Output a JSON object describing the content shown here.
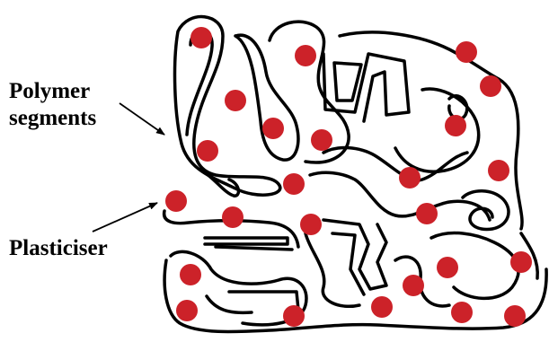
{
  "labels": {
    "polymer_line1": "Polymer",
    "polymer_line2": "segments",
    "plasticiser": "Plasticiser"
  },
  "colors": {
    "chain": "#000000",
    "plasticiser_dot": "#cc2229",
    "background": "#ffffff"
  },
  "icons": {
    "polymer_pointer": "arrow-right-down",
    "plasticiser_pointer": "arrow-right-up"
  }
}
